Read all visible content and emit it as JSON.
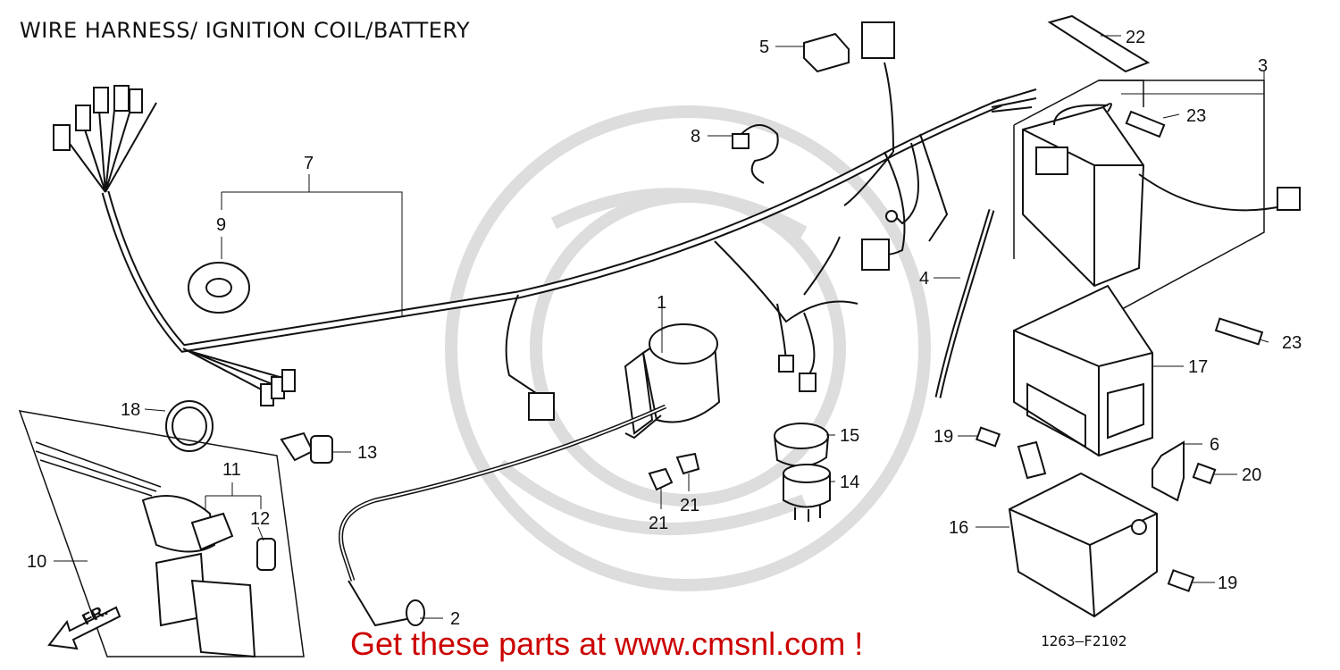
{
  "title": "WIRE HARNESS/ IGNITION COIL/BATTERY",
  "footer_text": "Get these parts at www.cmsnl.com !",
  "diagram_code": "1263–F2102",
  "direction_label": "FR.",
  "colors": {
    "line": "#111111",
    "footer": "#cc0000",
    "watermark": "#dcdcdc"
  },
  "callouts": [
    {
      "id": "c1",
      "label": "1"
    },
    {
      "id": "c2",
      "label": "2"
    },
    {
      "id": "c3",
      "label": "3"
    },
    {
      "id": "c4",
      "label": "4"
    },
    {
      "id": "c5",
      "label": "5"
    },
    {
      "id": "c6",
      "label": "6"
    },
    {
      "id": "c7",
      "label": "7"
    },
    {
      "id": "c8",
      "label": "8"
    },
    {
      "id": "c9",
      "label": "9"
    },
    {
      "id": "c10",
      "label": "10"
    },
    {
      "id": "c11",
      "label": "11"
    },
    {
      "id": "c12",
      "label": "12"
    },
    {
      "id": "c13",
      "label": "13"
    },
    {
      "id": "c14",
      "label": "14"
    },
    {
      "id": "c15",
      "label": "15"
    },
    {
      "id": "c16",
      "label": "16"
    },
    {
      "id": "c17",
      "label": "17"
    },
    {
      "id": "c18",
      "label": "18"
    },
    {
      "id": "c19a",
      "label": "19"
    },
    {
      "id": "c19b",
      "label": "19"
    },
    {
      "id": "c20",
      "label": "20"
    },
    {
      "id": "c21a",
      "label": "21"
    },
    {
      "id": "c21b",
      "label": "21"
    },
    {
      "id": "c22",
      "label": "22"
    },
    {
      "id": "c23a",
      "label": "23"
    },
    {
      "id": "c23b",
      "label": "23"
    }
  ]
}
